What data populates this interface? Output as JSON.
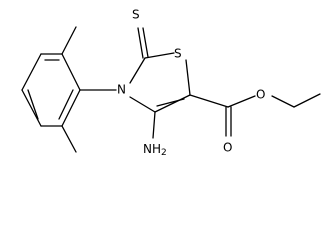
{
  "atoms": {
    "thione_s": "S",
    "ring_s": "S",
    "ring_n": "N",
    "amino": "NH",
    "amino_sub": "2",
    "carbonyl_o": "O",
    "ester_o": "O"
  }
}
